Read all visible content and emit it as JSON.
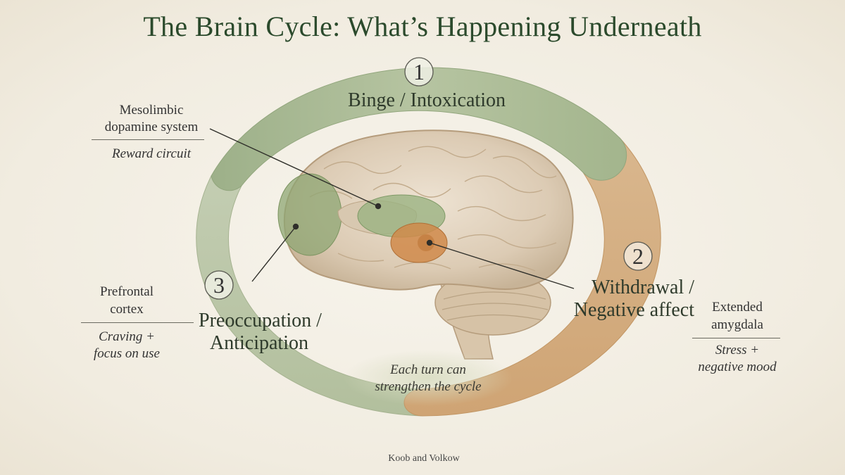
{
  "title": "The Brain Cycle: What’s Happening Underneath",
  "stages": [
    {
      "number": "1",
      "label": "Binge / Intoxication",
      "color": "#a9b894"
    },
    {
      "number": "2",
      "label_line1": "Withdrawal /",
      "label_line2": "Negative affect",
      "color": "#d2ab7e"
    },
    {
      "number": "3",
      "label_line1": "Preoccupation /",
      "label_line2": "Anticipation",
      "color": "#b8c4a6"
    }
  ],
  "regions": [
    {
      "name_line1": "Mesolimbic",
      "name_line2": "dopamine system",
      "role": "Reward circuit",
      "color": "#8ca676"
    },
    {
      "name_line1": "Prefrontal",
      "name_line2": "cortex",
      "role_line1": "Craving +",
      "role_line2": "focus on use",
      "color": "#7d9a68"
    },
    {
      "name_line1": "Extended",
      "name_line2": "amygdala",
      "role_line1": "Stress +",
      "role_line2": "negative mood",
      "color": "#d08a4a"
    }
  ],
  "center_note": {
    "line1": "Each turn can",
    "line2": "strengthen the cycle"
  },
  "source": "Koob and Volkow"
}
